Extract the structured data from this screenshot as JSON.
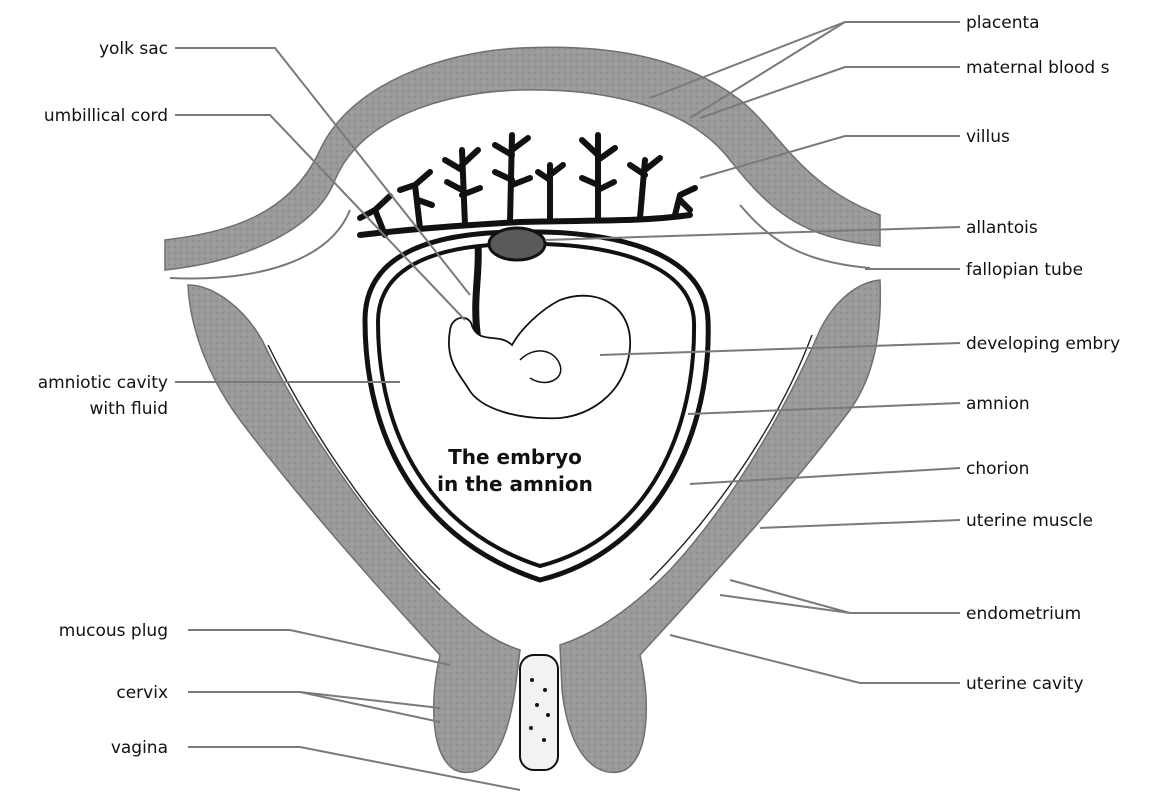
{
  "diagram": {
    "caption": [
      "The embryo",
      "in the amnion"
    ],
    "labels": {
      "placenta": "placenta",
      "maternal_blood": "maternal blood s",
      "villus": "villus",
      "allantois": "allantois",
      "fallopian_tube": "fallopian tube",
      "developing_embryo": "developing embry",
      "amnion": "amnion",
      "chorion": "chorion",
      "uterine_muscle": "uterine muscle",
      "endometrium": "endometrium",
      "uterine_cavity": "uterine cavity",
      "yolk_sac": "yolk sac",
      "umbilical_cord": "umbillical cord",
      "amniotic_cavity": [
        "amniotic cavity",
        "with fluid"
      ],
      "mucous_plug": "mucous plug",
      "cervix": "cervix",
      "vagina": "vagina"
    }
  }
}
